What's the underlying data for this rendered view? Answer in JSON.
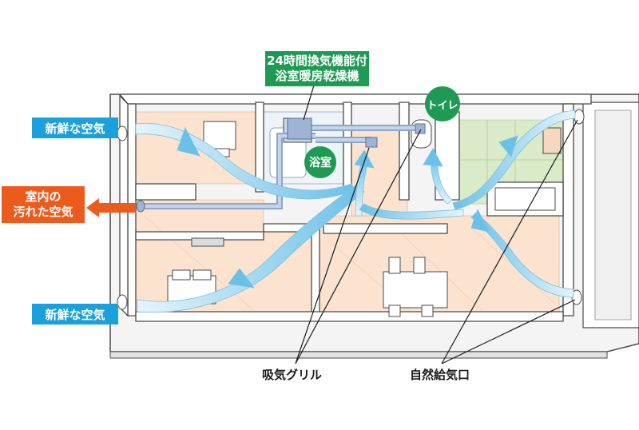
{
  "labels": {
    "fan_unit_line1": "24時間換気機能付",
    "fan_unit_line2": "浴室暖房乾燥機",
    "fresh_air_top": "新鮮な空気",
    "fresh_air_bottom": "新鮮な空気",
    "stale_air_line1": "室内の",
    "stale_air_line2": "汚れた空気",
    "bathroom": "浴室",
    "toilet": "トイレ",
    "exhaust_grille": "吸気グリル",
    "natural_inlet": "自然給気口"
  },
  "colors": {
    "fresh_air": "#1aa0dc",
    "stale_air": "#ec5a1c",
    "equipment": "#1f9a55",
    "floor": "#fbe3cf",
    "tatami": "#d9ebc8",
    "duct": "#a9bfdc",
    "wall": "#ffffff",
    "wall_edge": "#4a4a4a"
  }
}
